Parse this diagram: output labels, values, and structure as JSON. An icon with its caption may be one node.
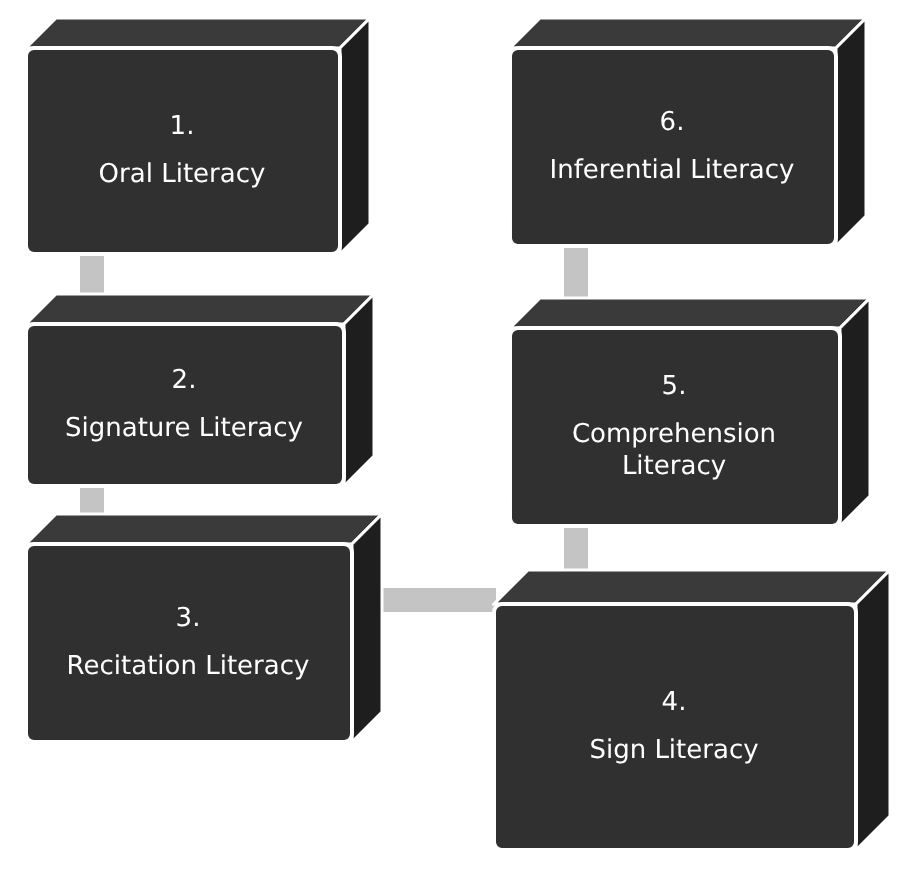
{
  "diagram": {
    "nodes": [
      {
        "text": [
          "1.",
          "Oral Literacy"
        ]
      },
      {
        "text": [
          "2.",
          "Signature Literacy"
        ]
      },
      {
        "text": [
          "3.",
          "Recitation Literacy"
        ]
      },
      {
        "text": [
          "4.",
          "Sign Literacy"
        ]
      },
      {
        "text": [
          "5.",
          "Comprehension Literacy"
        ]
      },
      {
        "text": [
          "6.",
          "Inferential Literacy"
        ]
      }
    ],
    "edges": [
      {
        "from": 0,
        "to": 1,
        "arrow": "none"
      },
      {
        "from": 1,
        "to": 2,
        "arrow": "none"
      },
      {
        "from": 2,
        "to": 3,
        "arrow": "none"
      },
      {
        "from": 3,
        "to": 4,
        "arrow": "none"
      },
      {
        "from": 4,
        "to": 5,
        "arrow": "none"
      }
    ]
  }
}
